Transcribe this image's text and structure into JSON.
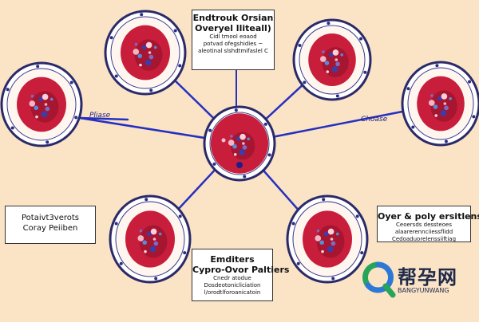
{
  "colors": {
    "background": "#fbe3c6",
    "connector": "#2530c0",
    "ring": "#2a2a6a",
    "cell_fill": "#c81e3c",
    "cell_dark": "#8a1028",
    "watermark_green": "#27a35a",
    "watermark_blue": "#2b78d6"
  },
  "boxes": {
    "top": {
      "title_1": "Endtrouk Orsian",
      "title_2": "Overyel lliteall)",
      "lines": [
        "Cidl tmool eoaod",
        "potvad ofegshidies ~",
        "aleotinal slshdtmifaslel C"
      ]
    },
    "left": {
      "title_1": "Potaivt3verots",
      "title_2": "Coray Peiiben"
    },
    "bottom": {
      "title_1": "Emditers",
      "title_2": "Cypro-Ovor Paltiers",
      "lines": [
        "Cnedr atodue",
        "Dosdeotonicliciation",
        "l/orodtlforoanicatoin"
      ]
    },
    "right": {
      "title_1": "Oyer & poly ersitlens",
      "lines": [
        "Ceoersds dessteoes",
        "alaarerennciiessflidd ",
        "Cedoaduorelenssiiftiag"
      ]
    }
  },
  "edge_labels": {
    "left": "Pliase",
    "right": "Choase"
  },
  "watermark": {
    "title": "帮孕网",
    "subtitle": "BANGYUNWANG",
    "icon": "magnifier-logo-icon"
  }
}
